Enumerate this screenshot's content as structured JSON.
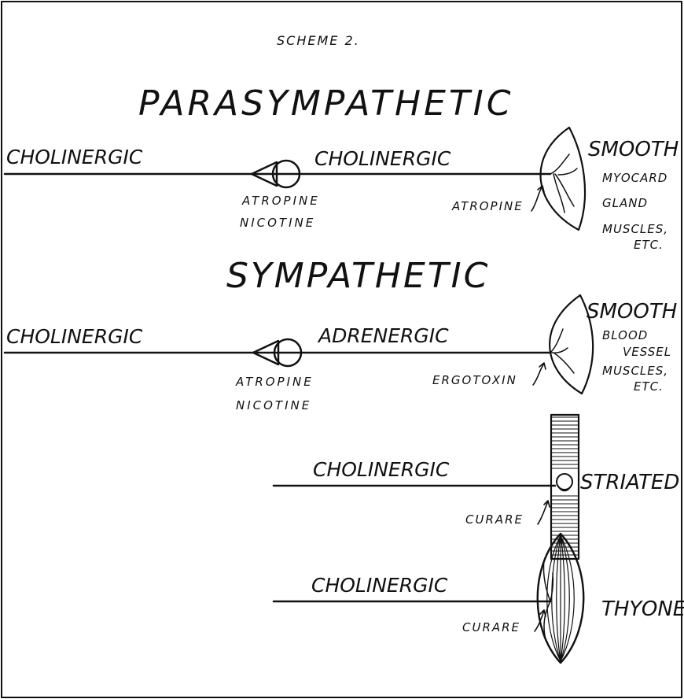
{
  "scheme_label": "SCHEME 2.",
  "sections": {
    "parasympathetic": {
      "title": "PARASYMPATHETIC",
      "preganglionic_label": "CHOLINERGIC",
      "postganglionic_label": "CHOLINERGIC",
      "ganglion_blockers": [
        "ATROPINE",
        "NICOTINE"
      ],
      "effector_blocker": "ATROPINE",
      "effector_title": "SMOOTH",
      "effector_lines": [
        "MYOCARD",
        "GLAND",
        "MUSCLES,",
        "ETC."
      ]
    },
    "sympathetic": {
      "title": "SYMPATHETIC",
      "preganglionic_label": "CHOLINERGIC",
      "postganglionic_label": "ADRENERGIC",
      "ganglion_blockers": [
        "ATROPINE",
        "NICOTINE"
      ],
      "effector_blocker": "ERGOTOXIN",
      "effector_title": "SMOOTH",
      "effector_lines": [
        "BLOOD",
        "VESSEL",
        "MUSCLES,",
        "ETC."
      ]
    },
    "striated": {
      "nerve_label": "CHOLINERGIC",
      "blocker": "CURARE",
      "effector_title": "STRIATED"
    },
    "thyone": {
      "nerve_label": "CHOLINERGIC",
      "blocker": "CURARE",
      "effector_title": "THYONE"
    }
  }
}
